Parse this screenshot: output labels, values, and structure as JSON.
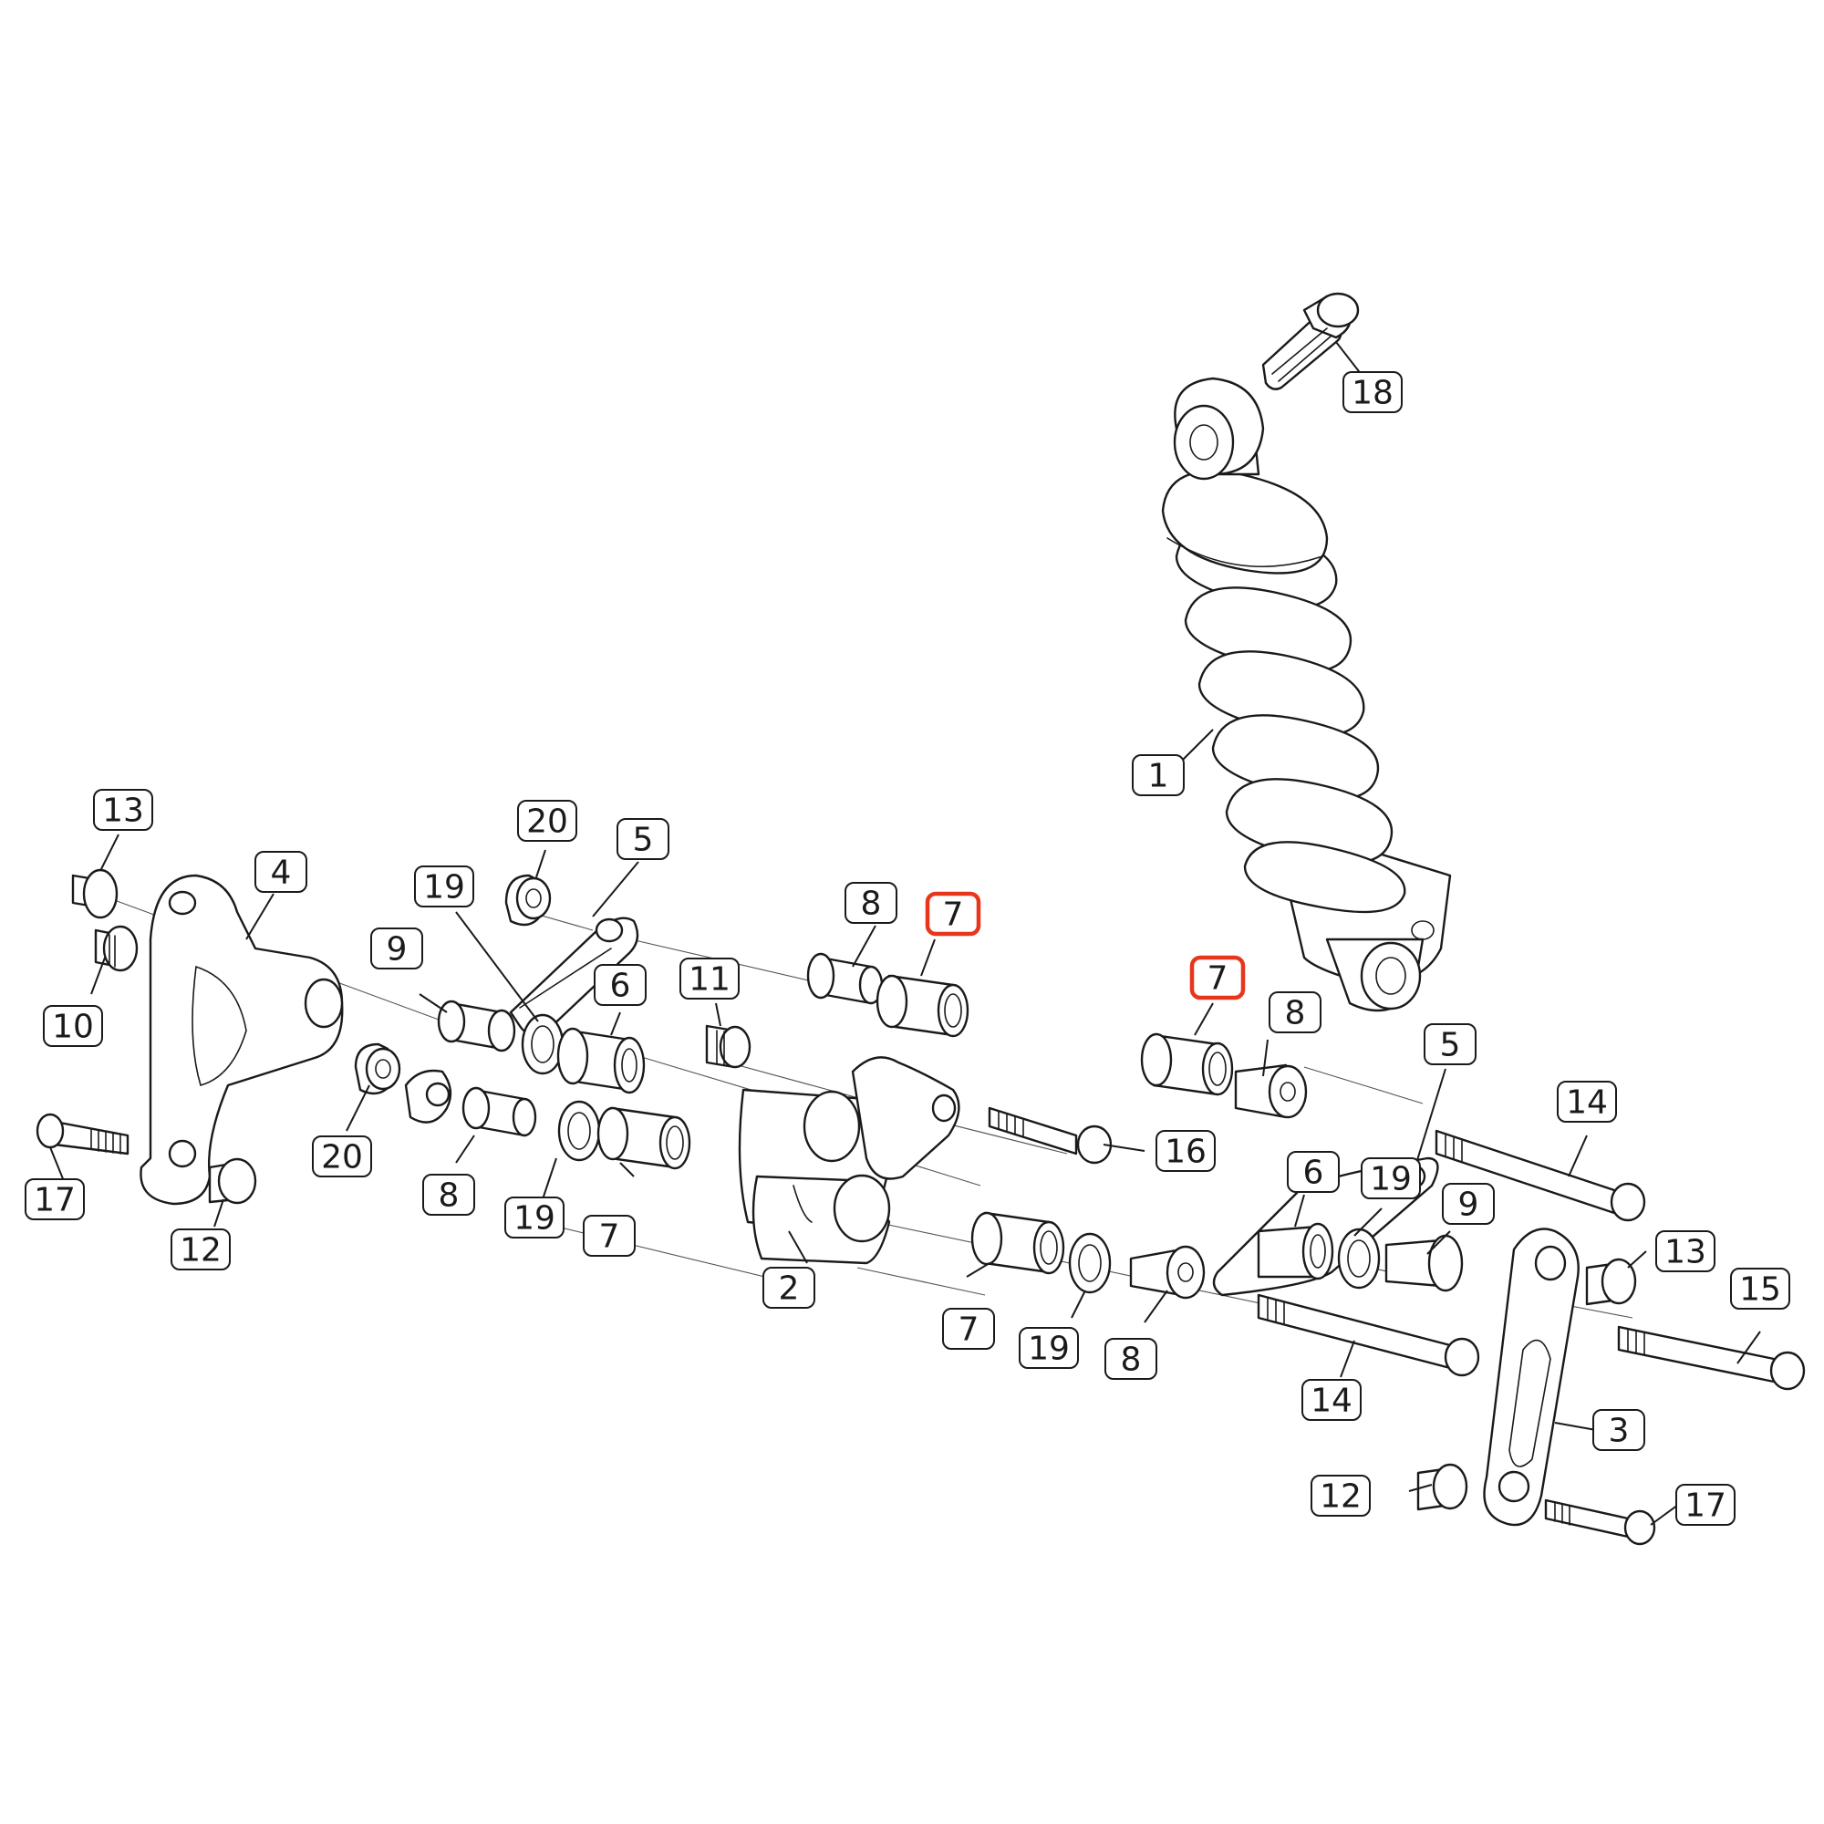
{
  "highlight_color": "#e8361c",
  "callouts": [
    {
      "label": "1",
      "part_icon": "shock-absorber-icon",
      "highlighted": false
    },
    {
      "label": "2",
      "part_icon": "rocker-link-icon",
      "highlighted": false
    },
    {
      "label": "3",
      "part_icon": "linkage-plate-right-icon",
      "highlighted": false
    },
    {
      "label": "4",
      "part_icon": "linkage-plate-left-icon",
      "highlighted": false
    },
    {
      "label": "5",
      "part_icon": "link-arm-icon",
      "highlighted": false
    },
    {
      "label": "5",
      "part_icon": "link-arm-icon",
      "highlighted": false
    },
    {
      "label": "6",
      "part_icon": "spacer-bushing-icon",
      "highlighted": false
    },
    {
      "label": "6",
      "part_icon": "spacer-bushing-icon",
      "highlighted": false
    },
    {
      "label": "7",
      "part_icon": "needle-bearing-icon",
      "highlighted": true
    },
    {
      "label": "7",
      "part_icon": "needle-bearing-icon",
      "highlighted": true
    },
    {
      "label": "7",
      "part_icon": "needle-bearing-icon",
      "highlighted": false
    },
    {
      "label": "7",
      "part_icon": "needle-bearing-icon",
      "highlighted": false
    },
    {
      "label": "8",
      "part_icon": "flanged-bushing-icon",
      "highlighted": false
    },
    {
      "label": "8",
      "part_icon": "flanged-bushing-icon",
      "highlighted": false
    },
    {
      "label": "8",
      "part_icon": "flanged-bushing-icon",
      "highlighted": false
    },
    {
      "label": "8",
      "part_icon": "flanged-bushing-icon",
      "highlighted": false
    },
    {
      "label": "9",
      "part_icon": "flanged-bushing-icon",
      "highlighted": false
    },
    {
      "label": "9",
      "part_icon": "flanged-bushing-icon",
      "highlighted": false
    },
    {
      "label": "10",
      "part_icon": "threaded-insert-icon",
      "highlighted": false
    },
    {
      "label": "11",
      "part_icon": "threaded-insert-icon",
      "highlighted": false
    },
    {
      "label": "12",
      "part_icon": "cap-bushing-icon",
      "highlighted": false
    },
    {
      "label": "12",
      "part_icon": "cap-bushing-icon",
      "highlighted": false
    },
    {
      "label": "13",
      "part_icon": "cap-bushing-icon",
      "highlighted": false
    },
    {
      "label": "13",
      "part_icon": "cap-bushing-icon",
      "highlighted": false
    },
    {
      "label": "14",
      "part_icon": "long-bolt-icon",
      "highlighted": false
    },
    {
      "label": "14",
      "part_icon": "long-bolt-icon",
      "highlighted": false
    },
    {
      "label": "15",
      "part_icon": "long-bolt-icon",
      "highlighted": false
    },
    {
      "label": "16",
      "part_icon": "bolt-icon",
      "highlighted": false
    },
    {
      "label": "17",
      "part_icon": "bolt-icon",
      "highlighted": false
    },
    {
      "label": "17",
      "part_icon": "bolt-icon",
      "highlighted": false
    },
    {
      "label": "18",
      "part_icon": "flange-bolt-icon",
      "highlighted": false
    },
    {
      "label": "19",
      "part_icon": "seal-ring-icon",
      "highlighted": false
    },
    {
      "label": "19",
      "part_icon": "seal-ring-icon",
      "highlighted": false
    },
    {
      "label": "19",
      "part_icon": "seal-ring-icon",
      "highlighted": false
    },
    {
      "label": "19",
      "part_icon": "seal-ring-icon",
      "highlighted": false
    },
    {
      "label": "20",
      "part_icon": "flange-nut-icon",
      "highlighted": false
    },
    {
      "label": "20",
      "part_icon": "flange-nut-icon",
      "highlighted": false
    }
  ]
}
